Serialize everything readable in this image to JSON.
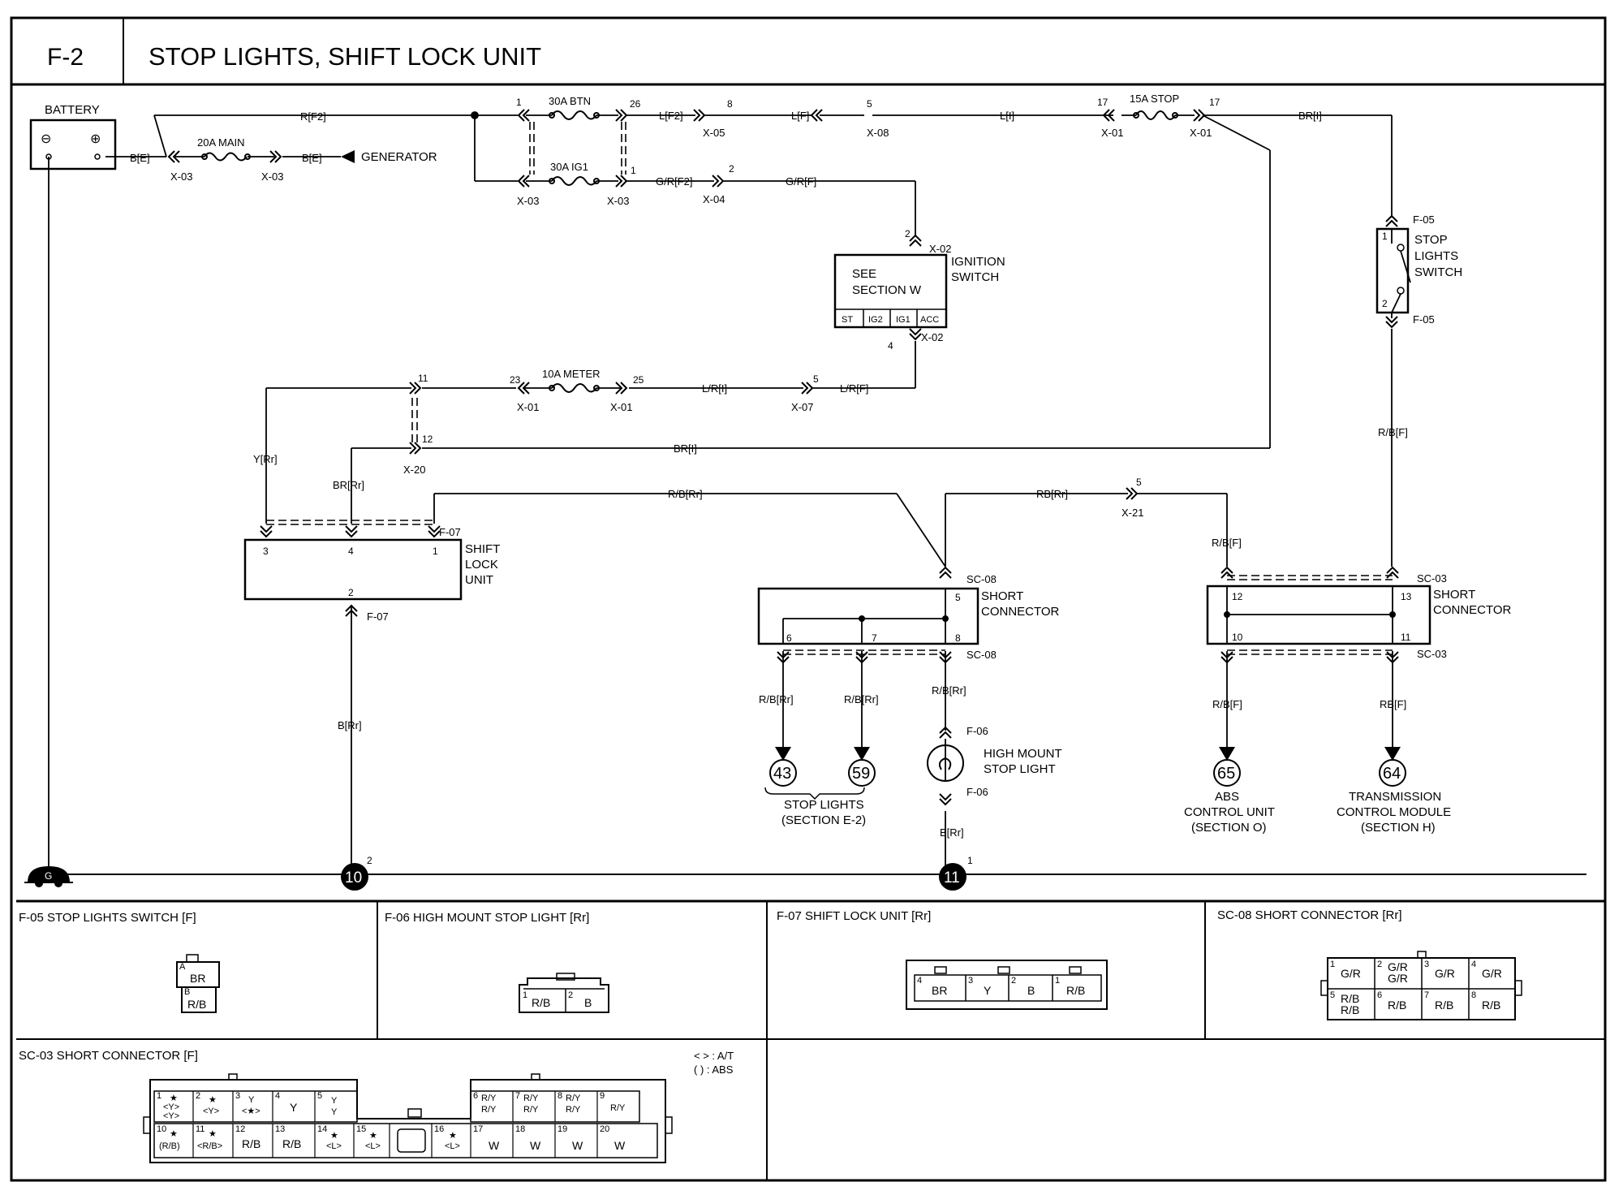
{
  "header": {
    "code": "F-2",
    "title": "STOP LIGHTS, SHIFT LOCK UNIT"
  },
  "fuses": {
    "main": "20A MAIN",
    "btn": "30A BTN",
    "ig1": "30A IG1",
    "stop": "15A STOP",
    "meter": "10A METER"
  },
  "components": {
    "battery": "BATTERY",
    "battery_neg": "⊖",
    "battery_pos": "⊕",
    "generator": "GENERATOR",
    "ignition_switch": [
      "IGNITION",
      "SWITCH"
    ],
    "ignition_body": [
      "SEE",
      "SECTION W"
    ],
    "ignition_terminals": [
      "ST",
      "IG2",
      "IG1",
      "ACC"
    ],
    "stop_lights_switch": [
      "STOP",
      "LIGHTS",
      "SWITCH"
    ],
    "shift_lock_unit": [
      "SHIFT",
      "LOCK",
      "UNIT"
    ],
    "short_connector": [
      "SHORT",
      "CONNECTOR"
    ],
    "high_mount": [
      "HIGH MOUNT",
      "STOP LIGHT"
    ],
    "stop_lights_ref": [
      "STOP LIGHTS",
      "(SECTION E-2)"
    ],
    "abs_ref": [
      "ABS",
      "CONTROL UNIT",
      "(SECTION O)"
    ],
    "tcm_ref": [
      "TRANSMISSION",
      "CONTROL MODULE",
      "(SECTION H)"
    ],
    "ground_g": "G"
  },
  "wires": {
    "r_f2": "R[F2]",
    "b_e": "B[E]",
    "l_f2": "L[F2]",
    "l_f": "L[F]",
    "l_i": "L[I]",
    "br_i": "BR[I]",
    "gr_f2": "G/R[F2]",
    "gr_f": "G/R[F]",
    "lr_i": "L/R[I]",
    "lr_f": "L/R[F]",
    "y_rr": "Y[Rr]",
    "br_rr": "BR[Rr]",
    "rb_rr": "R/B[Rr]",
    "rb_rr2": "RB[Rr]",
    "rb_f": "R/B[F]",
    "rb_f2": "RB[F]",
    "b_rr": "B[Rr]"
  },
  "connectors": {
    "x01": "X-01",
    "x02": "X-02",
    "x03": "X-03",
    "x04": "X-04",
    "x05": "X-05",
    "x07": "X-07",
    "x08": "X-08",
    "x20": "X-20",
    "x21": "X-21",
    "f05": "F-05",
    "f06": "F-06",
    "f07": "F-07",
    "sc03": "SC-03",
    "sc08": "SC-08"
  },
  "pins": {
    "p1": "1",
    "p2": "2",
    "p3": "3",
    "p4": "4",
    "p5": "5",
    "p6": "6",
    "p7": "7",
    "p8": "8",
    "p10": "10",
    "p11": "11",
    "p12": "12",
    "p13": "13",
    "p17": "17",
    "p23": "23",
    "p25": "25",
    "p26": "26"
  },
  "refs": {
    "r43": "43",
    "r59": "59",
    "r65": "65",
    "r64": "64",
    "g10": "10",
    "g11": "11"
  },
  "panels": {
    "f05": {
      "title": "F-05 STOP LIGHTS SWITCH [F]",
      "cells": [
        {
          "pin": "A",
          "label": "BR"
        },
        {
          "pin": "B",
          "label": "R/B"
        }
      ]
    },
    "f06": {
      "title": "F-06 HIGH MOUNT STOP LIGHT [Rr]",
      "cells": [
        {
          "pin": "1",
          "label": "R/B"
        },
        {
          "pin": "2",
          "label": "B"
        }
      ]
    },
    "f07": {
      "title": "F-07 SHIFT LOCK UNIT [Rr]",
      "cells": [
        {
          "pin": "4",
          "label": "BR"
        },
        {
          "pin": "3",
          "label": "Y"
        },
        {
          "pin": "2",
          "label": "B"
        },
        {
          "pin": "1",
          "label": "R/B"
        }
      ]
    },
    "sc08": {
      "title": "SC-08 SHORT CONNECTOR [Rr]",
      "top": [
        {
          "pin": "1",
          "l1": "G/R",
          "l2": ""
        },
        {
          "pin": "2",
          "l1": "G/R",
          "l2": "G/R"
        },
        {
          "pin": "3",
          "l1": "G/R",
          "l2": ""
        },
        {
          "pin": "4",
          "l1": "G/R",
          "l2": ""
        }
      ],
      "bottom": [
        {
          "pin": "5",
          "l1": "R/B",
          "l2": "R/B"
        },
        {
          "pin": "6",
          "l1": "R/B",
          "l2": ""
        },
        {
          "pin": "7",
          "l1": "R/B",
          "l2": ""
        },
        {
          "pin": "8",
          "l1": "R/B",
          "l2": ""
        }
      ]
    },
    "sc03": {
      "title": "SC-03 SHORT CONNECTOR [F]",
      "legend": [
        "< > : A/T",
        "( ) : ABS"
      ],
      "top": [
        {
          "pin": "1",
          "l1": "★",
          "l2": "<Y>",
          "l3": "<Y>"
        },
        {
          "pin": "2",
          "l1": "★",
          "l2": "<Y>",
          "l3": ""
        },
        {
          "pin": "3",
          "l1": "Y",
          "l2": "<★>",
          "l3": ""
        },
        {
          "pin": "4",
          "l1": "Y",
          "l2": "",
          "l3": ""
        },
        {
          "pin": "5",
          "l1": "Y",
          "l2": "Y",
          "l3": ""
        },
        {
          "pin": "6",
          "l1": "R/Y",
          "l2": "R/Y",
          "l3": ""
        },
        {
          "pin": "7",
          "l1": "R/Y",
          "l2": "R/Y",
          "l3": ""
        },
        {
          "pin": "8",
          "l1": "R/Y",
          "l2": "R/Y",
          "l3": ""
        },
        {
          "pin": "9",
          "l1": "R/Y",
          "l2": "",
          "l3": ""
        }
      ],
      "bottom": [
        {
          "pin": "10",
          "l1": "★",
          "l2": "(R/B)",
          "l3": ""
        },
        {
          "pin": "11",
          "l1": "★",
          "l2": "<R/B>",
          "l3": ""
        },
        {
          "pin": "12",
          "l1": "R/B",
          "l2": "",
          "l3": ""
        },
        {
          "pin": "13",
          "l1": "R/B",
          "l2": "",
          "l3": ""
        },
        {
          "pin": "14",
          "l1": "★",
          "l2": "<L>",
          "l3": ""
        },
        {
          "pin": "15",
          "l1": "★",
          "l2": "<L>",
          "l3": ""
        },
        {
          "pin": "16",
          "l1": "★",
          "l2": "<L>",
          "l3": ""
        },
        {
          "pin": "17",
          "l1": "W",
          "l2": "",
          "l3": ""
        },
        {
          "pin": "18",
          "l1": "W",
          "l2": "",
          "l3": ""
        },
        {
          "pin": "19",
          "l1": "W",
          "l2": "",
          "l3": ""
        },
        {
          "pin": "20",
          "l1": "W",
          "l2": "",
          "l3": ""
        }
      ]
    }
  }
}
